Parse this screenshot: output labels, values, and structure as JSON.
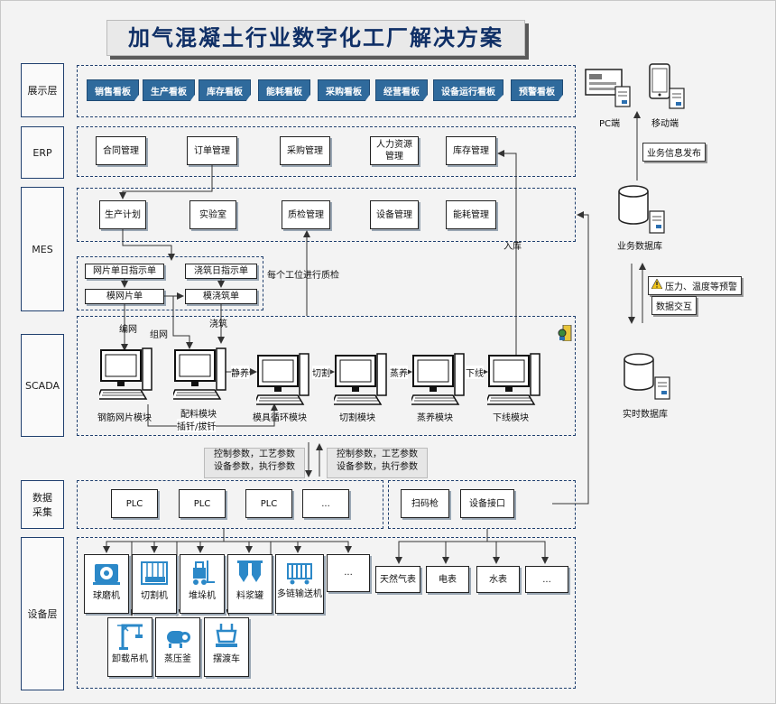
{
  "title": "加气混凝土行业数字化工厂解决方案",
  "layers": {
    "display": "展示层",
    "erp": "ERP",
    "mes": "MES",
    "scada": "SCADA",
    "daq": "数据\n采集",
    "device": "设备层"
  },
  "dashboards": [
    "销售看板",
    "生产看板",
    "库存看板",
    "能耗看板",
    "采购看板",
    "经营看板",
    "设备运行看板",
    "预警看板"
  ],
  "erp": [
    "合同管理",
    "订单管理",
    "采购管理",
    "人力资源管理",
    "库存管理"
  ],
  "mes": [
    "生产计划",
    "实验室",
    "质检管理",
    "设备管理",
    "能耗管理"
  ],
  "orders": {
    "net_daily": "网片单日指示单",
    "pour_daily": "浇筑日指示单",
    "mesh_order": "模网片单",
    "pour_order": "模浇筑单"
  },
  "labels": {
    "quality_each": "每个工位进行质检",
    "warehouse_in": "入库",
    "knit": "编网",
    "assemble": "组网",
    "pour": "浇筑",
    "rest": "静养",
    "cut": "切割",
    "steam": "蒸养",
    "offline": "下线",
    "insert": "插钎/拔钎"
  },
  "scada_stations": [
    "钢筋网片模块",
    "配料模块",
    "模具循环模块",
    "切割模块",
    "蒸养模块",
    "下线模块"
  ],
  "params_left": "控制参数，工艺参数\n设备参数，执行参数",
  "params_right": "控制参数，工艺参数\n设备参数，执行参数",
  "plc": [
    "PLC",
    "PLC",
    "PLC",
    "..."
  ],
  "daq_right": [
    "扫码枪",
    "设备接口"
  ],
  "equipment_top": [
    "球磨机",
    "切割机",
    "堆垛机",
    "料浆罐",
    "多链输送机",
    "..."
  ],
  "equipment_bottom": [
    "卸载吊机",
    "蒸压釜",
    "摆渡车"
  ],
  "meters": [
    "天然气表",
    "电表",
    "水表",
    "..."
  ],
  "side": {
    "pc": "PC端",
    "mobile": "移动端",
    "publish": "业务信息发布",
    "biz_db": "业务数据库",
    "alarm": "压力、温度等预警",
    "exchange": "数据交互",
    "rt_db": "实时数据库"
  },
  "colors": {
    "accent": "#2f6a9c",
    "line": "#1f3f6e",
    "equip_icon": "#2b88c8"
  }
}
